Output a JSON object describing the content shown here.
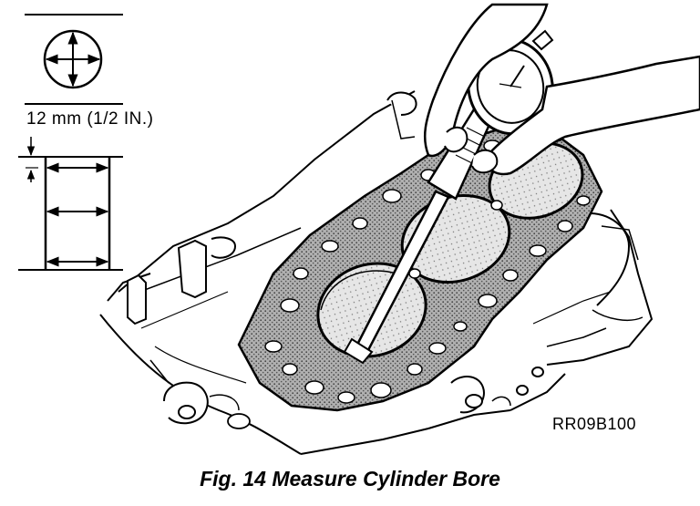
{
  "labels": {
    "measurement": "12 mm (1/2 IN.)",
    "reference_code": "RR09B100",
    "caption": "Fig. 14 Measure Cylinder Bore"
  },
  "colors": {
    "ink": "#000000",
    "paper": "#ffffff",
    "gasket_fill": "#9a9a9a",
    "bore_fill": "#d9d9d9",
    "hole_fill": "#ffffff"
  }
}
